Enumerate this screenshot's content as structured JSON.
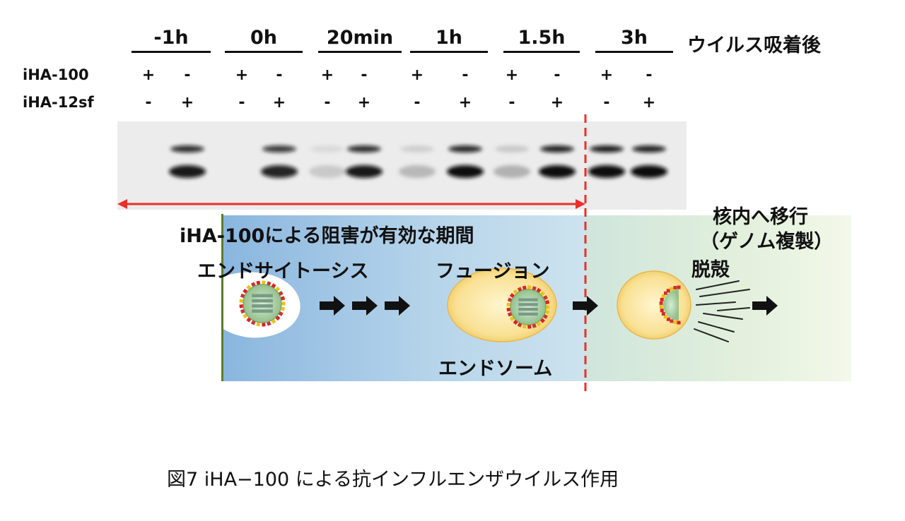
{
  "timepoints": [
    "-1h",
    "0h",
    "20min",
    "1h",
    "1.5h",
    "3h"
  ],
  "timepoint_suffix": "ウイルス吸着後",
  "rows": [
    {
      "label": "iHA-100",
      "signs": [
        "+",
        "-",
        "+",
        "-",
        "+",
        "-",
        "+",
        "-",
        "+",
        "-",
        "+",
        "-"
      ]
    },
    {
      "label": "iHA-12sf",
      "signs": [
        "-",
        "+",
        "-",
        "+",
        "-",
        "+",
        "-",
        "+",
        "-",
        "+",
        "-",
        "+"
      ]
    }
  ],
  "blot_band_intensity": {
    "upper": [
      0,
      0.85,
      0,
      0.8,
      0.08,
      0.85,
      0.12,
      0.88,
      0.15,
      0.9,
      0.92,
      0.9
    ],
    "lower": [
      0,
      0.95,
      0,
      0.9,
      0.15,
      0.95,
      0.22,
      1.0,
      0.25,
      1.0,
      1.0,
      1.0
    ]
  },
  "inhibition_label": "iHA-100による阻害が有効な期間",
  "stages": {
    "endocytosis": "エンドサイトーシス",
    "fusion": "フュージョン",
    "endosome": "エンドソーム",
    "uncoating": "脱殻",
    "nuclear_line1": "核内へ移行",
    "nuclear_line2": "（ゲノム複製）"
  },
  "colors": {
    "red_line": "#e8302a",
    "blue_bg": "#a9cbe6",
    "green_bg": "#dfeedd",
    "endosome_fill": "#f8dd88",
    "green_bar": "#5a7d2a"
  },
  "caption": "図7 iHA−100 による抗インフルエンザウイルス作用"
}
